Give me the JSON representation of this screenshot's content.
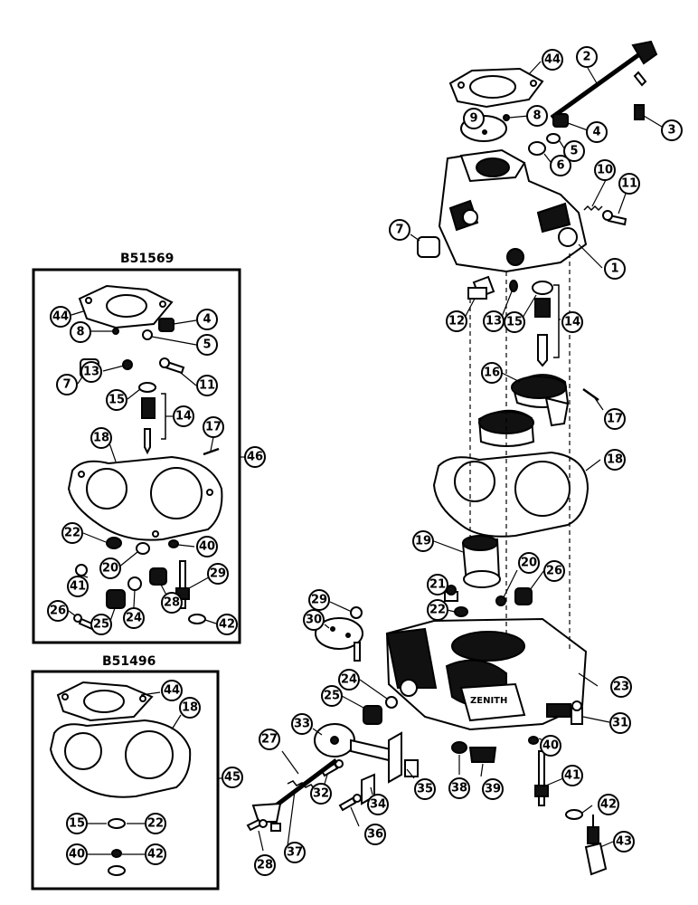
{
  "kits": [
    {
      "code": "B51569",
      "number": "46"
    },
    {
      "code": "B51496",
      "number": "45"
    }
  ],
  "carburetor_brand": "ZENITH",
  "callouts_main": [
    "44",
    "2",
    "9",
    "8",
    "3",
    "4",
    "5",
    "6",
    "10",
    "11",
    "7",
    "1",
    "12",
    "13",
    "15",
    "14",
    "16",
    "17",
    "18",
    "19",
    "20",
    "26",
    "21",
    "22",
    "29",
    "30",
    "24",
    "23",
    "25",
    "31",
    "33",
    "27",
    "40",
    "32",
    "35",
    "38",
    "39",
    "41",
    "34",
    "36",
    "42",
    "37",
    "28",
    "43"
  ],
  "callouts_kit1": [
    "44",
    "8",
    "4",
    "5",
    "7",
    "13",
    "11",
    "15",
    "14",
    "17",
    "18",
    "22",
    "40",
    "20",
    "29",
    "41",
    "26",
    "24",
    "28",
    "25",
    "42"
  ],
  "callouts_kit2": [
    "44",
    "18",
    "15",
    "22",
    "40",
    "42"
  ]
}
